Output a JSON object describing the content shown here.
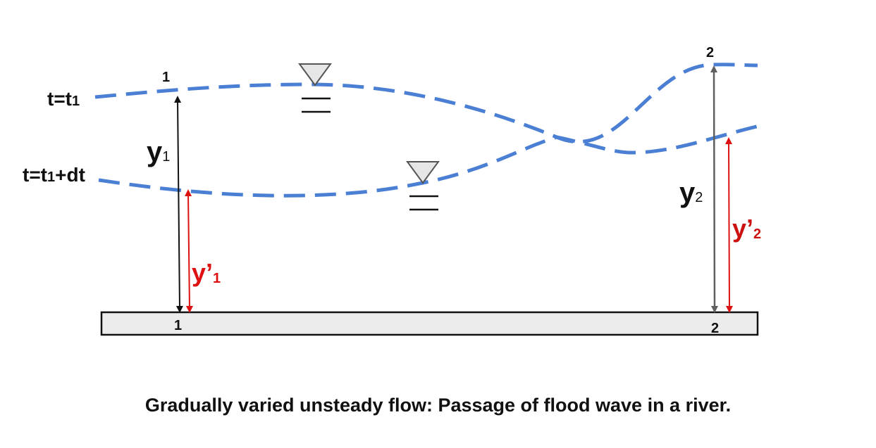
{
  "caption": "Gradually varied unsteady flow: Passage of flood wave in a river.",
  "labels": {
    "time1": {
      "main": "t=t",
      "sub": "1"
    },
    "time2": {
      "main": "t=t",
      "sub": "1",
      "rest": "+dt"
    },
    "section1_top": "1",
    "section1_bottom": "1",
    "section2_top": "2",
    "section2_bottom": "2",
    "depth1": {
      "main": "y",
      "sub": "1"
    },
    "depth1_prime": {
      "main": "y’",
      "sub": "1"
    },
    "depth2": {
      "main": "y",
      "sub": "2"
    },
    "depth2_prime": {
      "main": "y’",
      "sub": "2"
    }
  },
  "icons": {
    "water_surface_marker": "inverted-triangle-with-lines"
  },
  "colors": {
    "water_surface": "#4a7fd4",
    "depth_t1_section1": "#111111",
    "depth_t1_section2": "#5f5f5f",
    "depth_t1dt": "#dd1111",
    "channel_bed_fill": "#ececec",
    "marker_fill": "#e6e6e6"
  }
}
